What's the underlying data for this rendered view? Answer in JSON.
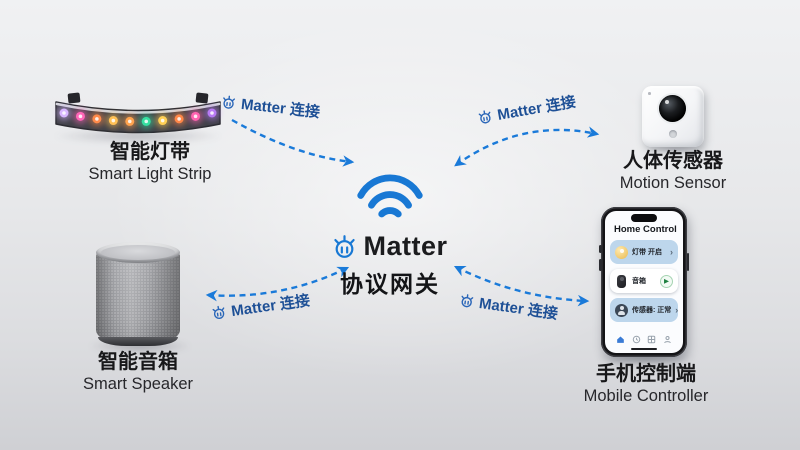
{
  "gateway": {
    "brand": "Matter",
    "subtitle": "协议网关"
  },
  "connection_label": "Matter 连接",
  "devices": {
    "light_strip": {
      "zh": "智能灯带",
      "en": "Smart Light Strip"
    },
    "motion_sensor": {
      "zh": "人体传感器",
      "en": "Motion Sensor"
    },
    "speaker": {
      "zh": "智能音箱",
      "en": "Smart Speaker"
    },
    "mobile": {
      "zh": "手机控制端",
      "en": "Mobile Controller"
    }
  },
  "phone": {
    "header": "Home Control",
    "rows": [
      {
        "name": "light-strip",
        "label": "灯带 开启",
        "accessory": "chevron"
      },
      {
        "name": "speaker",
        "label": "音箱",
        "accessory": "play"
      },
      {
        "name": "sensor",
        "label": "传感器: 正常",
        "accessory": "chevron"
      }
    ],
    "chevron_glyph": "›",
    "play_glyph": "▶",
    "tabs": [
      "home",
      "clock",
      "grid",
      "profile"
    ]
  },
  "led_colors": [
    "#d8b6ff",
    "#ff66b8",
    "#ff8a4a",
    "#ffc155",
    "#ffa34e",
    "#35e0a1",
    "#ffd054",
    "#ff8748",
    "#ff63b0",
    "#b87af5"
  ],
  "colors": {
    "arrow": "#1a7ad9",
    "label_text": "#1e5096",
    "wifi": "#1878d4",
    "accent_blue": "#3a7bd5"
  }
}
